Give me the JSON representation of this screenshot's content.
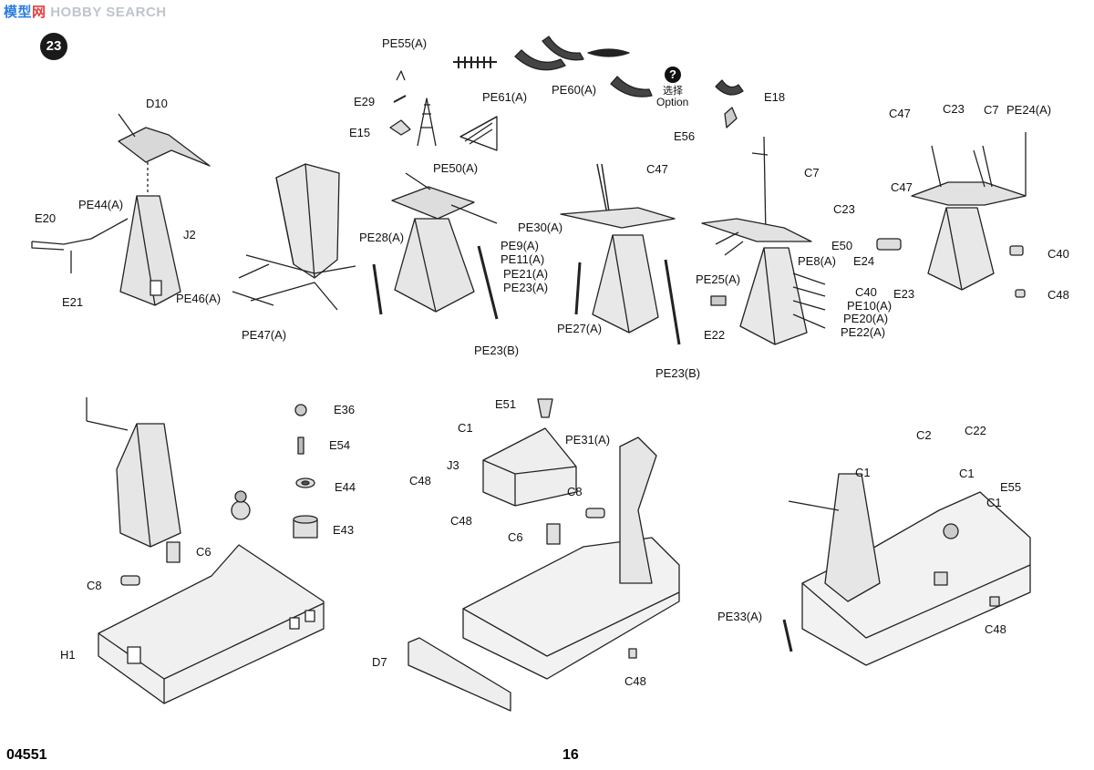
{
  "watermark": {
    "cn": "模型",
    "cn2": "网",
    "text": "HOBBY SEARCH"
  },
  "step": {
    "number": "23"
  },
  "option": {
    "cn": "选择",
    "en": "Option"
  },
  "footer": {
    "code": "04551",
    "page": "16"
  },
  "labels": {
    "d10": "D10",
    "pe44a_1": "PE44(A)",
    "e20": "E20",
    "j2": "J2",
    "e21": "E21",
    "pe46a": "PE46(A)",
    "pe47a": "PE47(A)",
    "pe55a": "PE55(A)",
    "e29": "E29",
    "e15": "E15",
    "pe61a": "PE61(A)",
    "pe60a": "PE60(A)",
    "pe50a": "PE50(A)",
    "e18": "E18",
    "e56": "E56",
    "pe28a": "PE28(A)",
    "pe9a": "PE9(A)",
    "pe11a": "PE11(A)",
    "pe21a": "PE21(A)",
    "pe23a": "PE23(A)",
    "pe23b_1": "PE23(B)",
    "c47_1": "C47",
    "pe30a": "PE30(A)",
    "pe27a": "PE27(A)",
    "pe23b_2": "PE23(B)",
    "c7_1": "C7",
    "pe8a": "PE8(A)",
    "pe25a": "PE25(A)",
    "c40_1": "C40",
    "pe10a": "PE10(A)",
    "pe20a": "PE20(A)",
    "pe22a": "PE22(A)",
    "e22": "E22",
    "c47_2": "C47",
    "c23_1": "C23",
    "c7_2": "C7",
    "pe24a": "PE24(A)",
    "c47_3": "C47",
    "c23_2": "C23",
    "e50": "E50",
    "c40_2": "C40",
    "e24": "E24",
    "e23": "E23",
    "c48_1": "C48",
    "e36": "E36",
    "e54": "E54",
    "e44": "E44",
    "e43": "E43",
    "c6_1": "C6",
    "c8_1": "C8",
    "h1": "H1",
    "e51": "E51",
    "c1_1": "C1",
    "pe31a": "PE31(A)",
    "j3": "J3",
    "c48_2": "C48",
    "c8_2": "C8",
    "c48_3": "C48",
    "c6_2": "C6",
    "d7": "D7",
    "c48_4": "C48",
    "c2": "C2",
    "c22": "C22",
    "c1_2": "C1",
    "c1_3": "C1",
    "e55": "E55",
    "c1_4": "C1",
    "pe33a": "PE33(A)",
    "c48_5": "C48"
  }
}
